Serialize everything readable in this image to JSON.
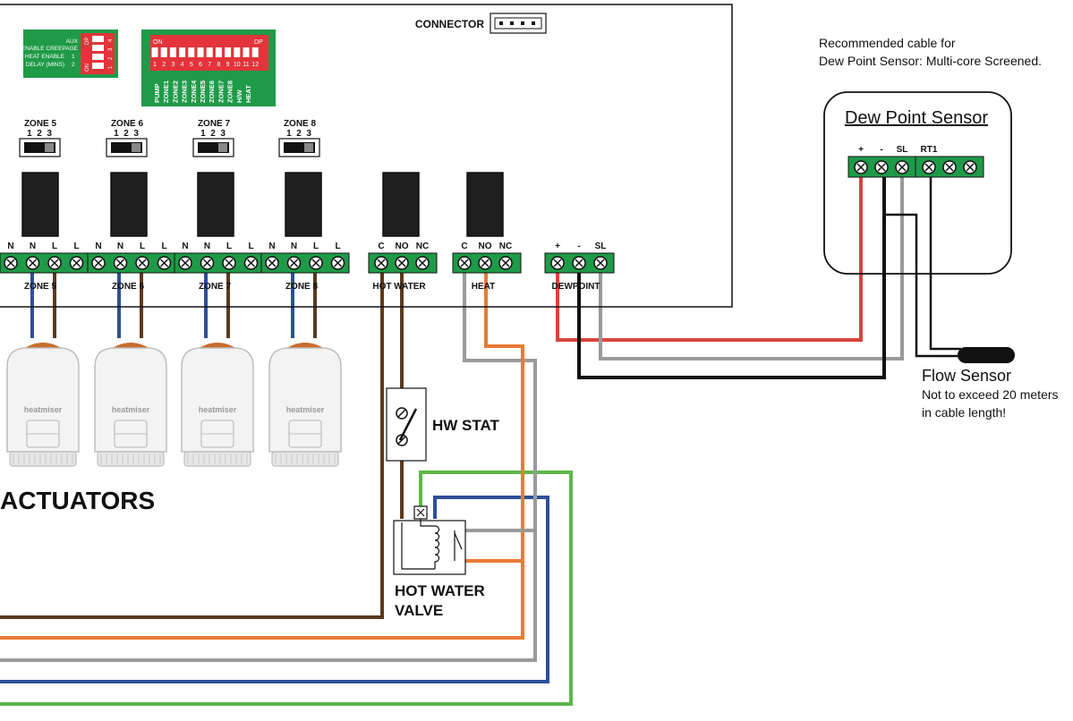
{
  "connector": {
    "label": "CONNECTOR"
  },
  "dip_small": {
    "rows": [
      "AUX",
      "ENABLE CREEPAGE",
      "HEAT ENABLE",
      "DELAY (MINS)"
    ],
    "on": "ON",
    "dp": "DP",
    "numbers": [
      "1",
      "2",
      "3",
      "4"
    ],
    "delay_nums": [
      "1",
      "2"
    ]
  },
  "dip_big": {
    "on": "ON",
    "dp": "DP",
    "numbers": [
      "1",
      "2",
      "3",
      "4",
      "5",
      "6",
      "7",
      "8",
      "9",
      "10",
      "11",
      "12"
    ],
    "labels": [
      "PUMP",
      "ZONE1",
      "ZONE2",
      "ZONE3",
      "ZONE4",
      "ZONE5",
      "ZONE6",
      "ZONE7",
      "ZONE8",
      "H/W",
      "HEAT"
    ]
  },
  "zone_switches": [
    {
      "title": "ZONE 5",
      "positions": "1  2  3"
    },
    {
      "title": "ZONE 6",
      "positions": "1  2  3"
    },
    {
      "title": "ZONE 7",
      "positions": "1  2  3"
    },
    {
      "title": "ZONE 8",
      "positions": "1  2  3"
    }
  ],
  "terminal_groups": [
    {
      "pins": [
        "N",
        "N",
        "L",
        "L"
      ],
      "label": "ZONE 5"
    },
    {
      "pins": [
        "N",
        "N",
        "L",
        "L"
      ],
      "label": "ZONE 6"
    },
    {
      "pins": [
        "N",
        "N",
        "L",
        "L"
      ],
      "label": "ZONE 7"
    },
    {
      "pins": [
        "N",
        "N",
        "L",
        "L"
      ],
      "label": "ZONE 8"
    },
    {
      "pins": [
        "C",
        "NO",
        "NC"
      ],
      "label": "HOT WATER"
    },
    {
      "pins": [
        "C",
        "NO",
        "NC"
      ],
      "label": "HEAT"
    },
    {
      "pins": [
        "+",
        "-",
        "SL"
      ],
      "label": "DEWPOINT"
    }
  ],
  "actuator_brand": "heatmiser",
  "actuators_title": "ACTUATORS",
  "hw_stat": "HW STAT",
  "hw_valve": [
    "HOT WATER",
    "VALVE"
  ],
  "dew_point": {
    "cable_note": [
      "Recommended cable for",
      "Dew Point Sensor: Multi-core Screened."
    ],
    "title": "Dew Point Sensor",
    "pins": [
      "+",
      "-",
      "SL",
      "RT1"
    ]
  },
  "flow_sensor": {
    "title": "Flow Sensor",
    "note": [
      "Not to exceed 20 meters",
      "in cable length!"
    ]
  },
  "colors": {
    "terminal_green": "#1f9a48",
    "wire_brown": "#5b3a1e",
    "wire_blue": "#2d4f9a",
    "wire_orange": "#e87b36",
    "wire_grey": "#9a9a9a",
    "wire_green": "#5cb848",
    "wire_red": "#d9443a",
    "wire_black": "#111111"
  }
}
